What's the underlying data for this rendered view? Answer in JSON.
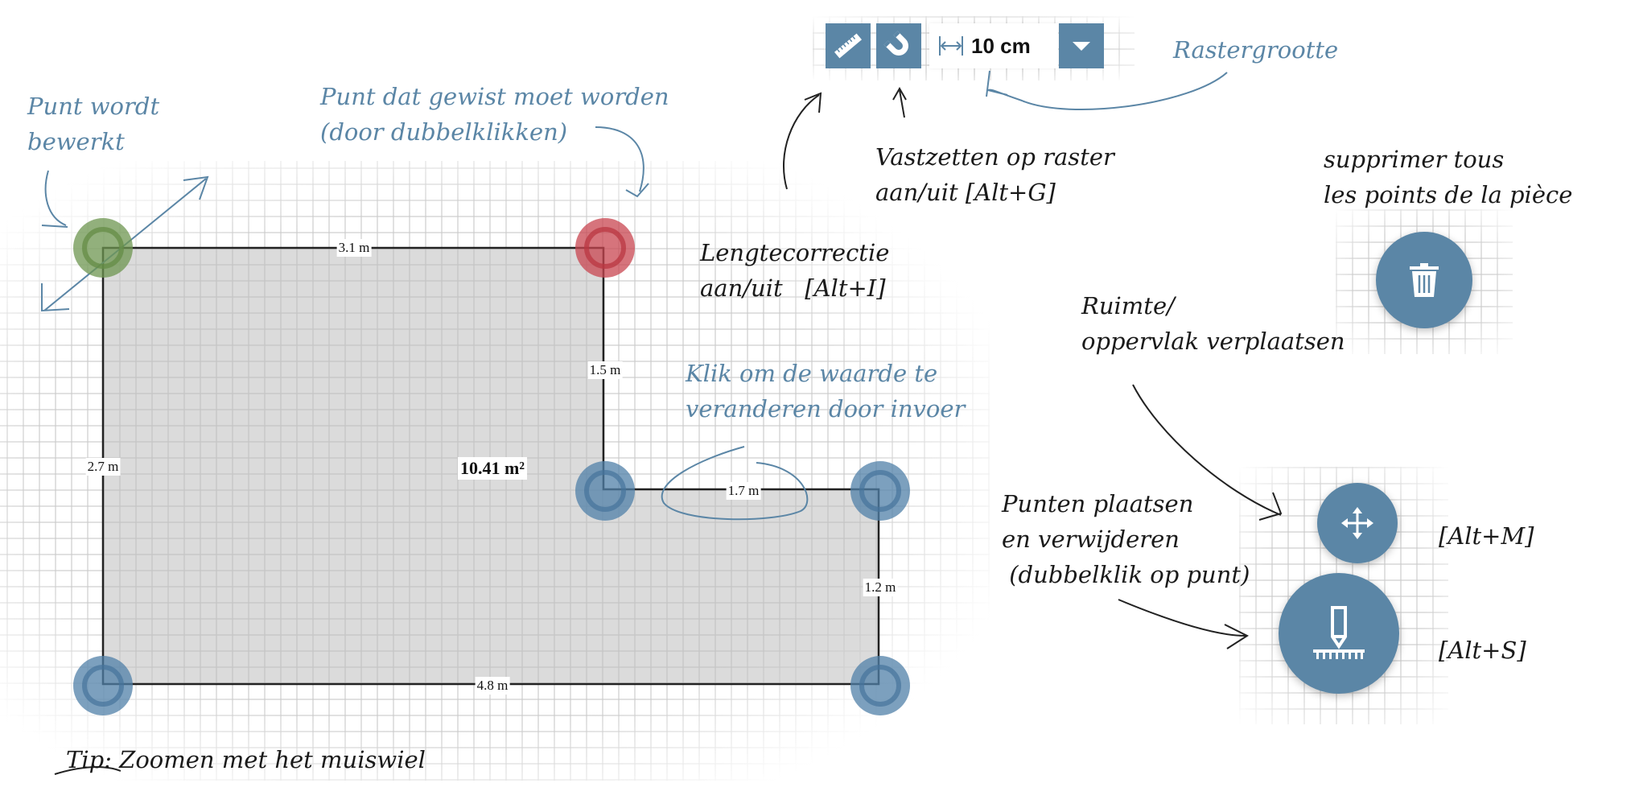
{
  "toolbar": {
    "length_correction_icon": "ruler-icon",
    "snap_to_grid_icon": "magnet-icon",
    "grid_size_icon": "width-arrows-icon",
    "grid_size_value": "10 cm",
    "dropdown_icon": "caret-down-icon",
    "accent_color": "#5b86a6"
  },
  "annotations": {
    "point_edited": "Punt wordt\nbewerkt",
    "point_delete": "Punt dat gewist moet worden\n(door dubbelklikken)",
    "grid_size": "Rastergrootte",
    "snap_grid": "Vastzetten op raster\naan/uit [Alt+G]",
    "length_correction": "Lengtecorrectie\naan/uit   [Alt+I]",
    "delete_all": "supprimer tous\nles points de la pièce",
    "move_room": "Ruimte/\noppervlak verplaatsen",
    "click_value": "Klik om de waarde te\nveranderen door invoer",
    "place_points": "Punten plaatsen\nen verwijderen\n (dubbelklik op punt)",
    "shortcut_move": "[Alt+M]",
    "shortcut_place": "[Alt+S]",
    "tip": "Tip: Zoomen met het muiswiel"
  },
  "room": {
    "area": "10.41 m²",
    "fill_color": "#d3d3d3",
    "edges": {
      "top": "3.1 m",
      "inner_vertical": "1.5 m",
      "inner_horizontal": "1.7 m",
      "right": "1.2 m",
      "bottom": "4.8 m",
      "left": "2.7 m"
    },
    "points": [
      {
        "state": "editing",
        "color": "#6e9650"
      },
      {
        "state": "to-delete",
        "color": "#c84650"
      },
      {
        "state": "normal",
        "color": "#5080a8"
      },
      {
        "state": "normal",
        "color": "#5080a8"
      },
      {
        "state": "normal",
        "color": "#5080a8"
      },
      {
        "state": "normal",
        "color": "#5080a8"
      }
    ]
  },
  "actions": {
    "delete_all_icon": "trash-icon",
    "move_icon": "move-arrows-icon",
    "place_points_icon": "pen-on-ruler-icon"
  }
}
